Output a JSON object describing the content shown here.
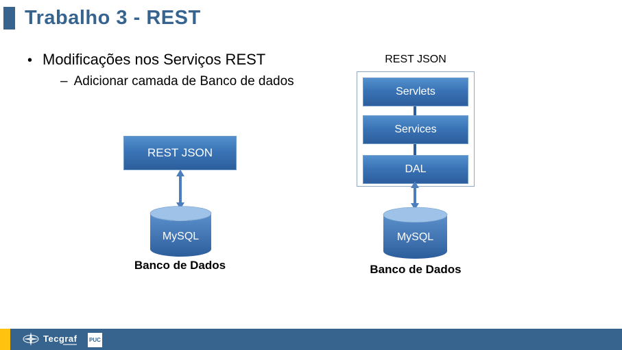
{
  "slide": {
    "title": "Trabalho 3 - REST",
    "bullet_glyph": "•",
    "bullet_text": "Modificações nos Serviços REST",
    "sub_bullet_prefix": "–",
    "sub_bullet_text": "Adicionar camada de Banco de dados"
  },
  "left_diagram": {
    "api_box_label": "REST JSON",
    "database_label": "MySQL",
    "caption": "Banco de Dados"
  },
  "right_diagram": {
    "heading": "REST JSON",
    "layers": [
      {
        "label": "Servlets"
      },
      {
        "label": "Services"
      },
      {
        "label": "DAL"
      }
    ],
    "database_label": "MySQL",
    "caption": "Banco de Dados"
  },
  "footer": {
    "tecgraf_logo_text": "Tecgraf",
    "puc_logo_text": "PUC"
  },
  "colors": {
    "title_blue": "#36648F",
    "box_gradient_top": "#5390CD",
    "box_gradient_bottom": "#2D5E9C",
    "cylinder_top": "#9FC3E8",
    "arrow_blue": "#4C7DBD",
    "connector_blue": "#2D5E9C",
    "container_border": "#8FA6BF",
    "footer_bar_blue": "#36648F",
    "accent_yellow": "#FFC20E",
    "body_text": "#000000",
    "box_text": "#FFFFFF"
  }
}
